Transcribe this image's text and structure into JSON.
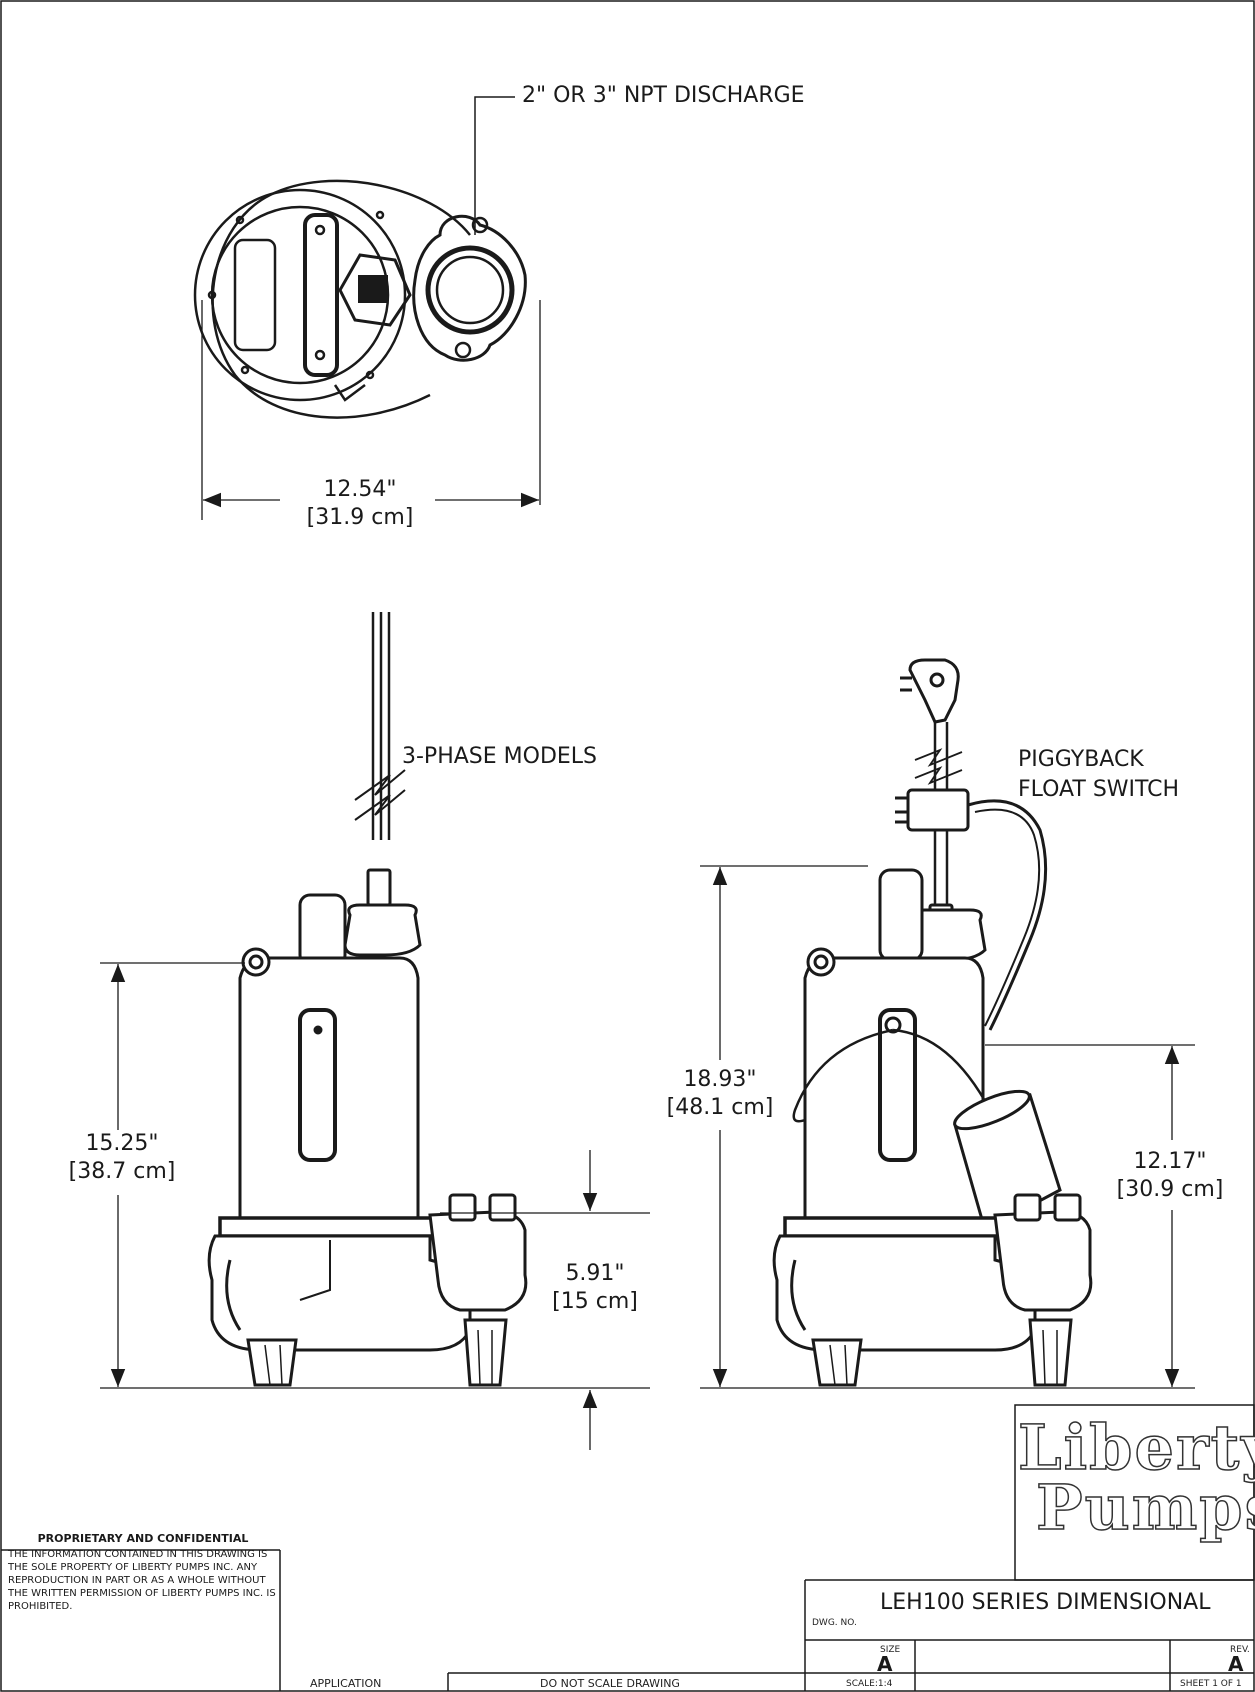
{
  "labels": {
    "discharge": "2\" OR 3\" NPT DISCHARGE",
    "three_phase": "3-PHASE MODELS",
    "piggyback": [
      "PIGGYBACK",
      "FLOAT SWITCH"
    ]
  },
  "dimensions": {
    "width": {
      "in": "12.54\"",
      "cm": "[31.9 cm]"
    },
    "height_left": {
      "in": "15.25\"",
      "cm": "[38.7 cm]"
    },
    "discharge_height": {
      "in": "5.91\"",
      "cm": "[15 cm]"
    },
    "height_right": {
      "in": "18.93\"",
      "cm": "[48.1 cm]"
    },
    "float_height": {
      "in": "12.17\"",
      "cm": "[30.9 cm]"
    }
  },
  "logo": {
    "line1": "Liberty",
    "line2": "Pumps"
  },
  "confidential": {
    "heading": "PROPRIETARY AND CONFIDENTIAL",
    "body": "THE INFORMATION CONTAINED IN THIS DRAWING IS THE SOLE PROPERTY OF LIBERTY PUMPS INC. ANY REPRODUCTION IN PART OR AS A WHOLE WITHOUT THE WRITTEN PERMISSION OF LIBERTY PUMPS INC. IS PROHIBITED."
  },
  "title_block": {
    "dwg_no_label": "DWG. NO.",
    "title": "LEH100 SERIES DIMENSIONAL",
    "size_label": "SIZE",
    "size": "A",
    "rev_label": "REV.",
    "rev": "A",
    "scale": "SCALE:1:4",
    "sheet": "SHEET 1 OF 1",
    "application": "APPLICATION",
    "no_scale": "DO NOT SCALE DRAWING"
  },
  "colors": {
    "line": "#1a1a1a",
    "fill": "#ffffff"
  }
}
